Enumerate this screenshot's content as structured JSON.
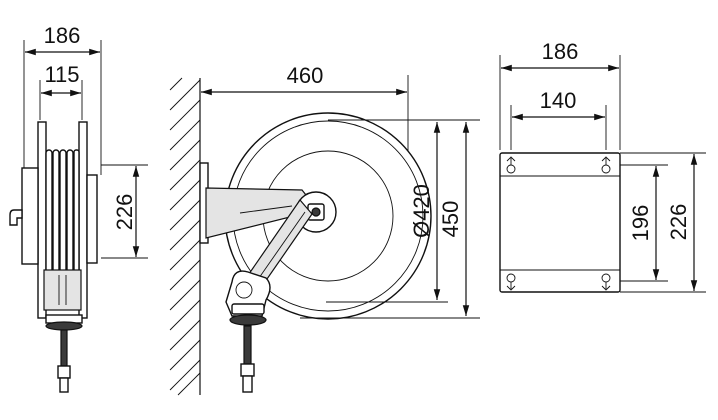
{
  "dimensions": {
    "side_overall_width": "186",
    "side_inner_width": "115",
    "side_height": "226",
    "front_reach": "460",
    "drum_diameter": "Ø420",
    "overall_height": "450",
    "plate_width": "186",
    "hole_spacing_h": "140",
    "hole_spacing_v": "196",
    "plate_height": "226"
  }
}
